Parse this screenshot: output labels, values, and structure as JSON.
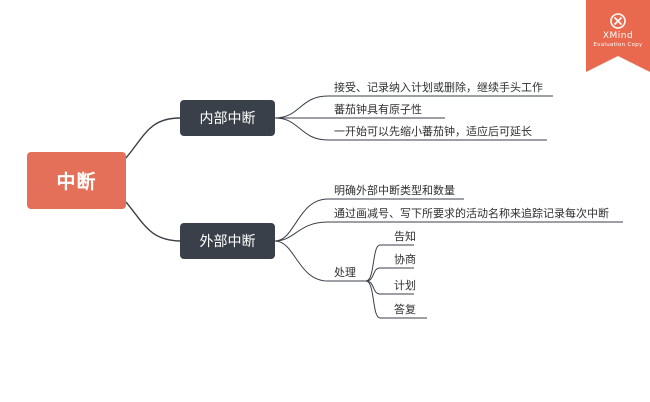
{
  "root": {
    "label": "中断"
  },
  "branches": [
    {
      "label": "内部中断",
      "children": [
        "接受、记录纳入计划或删除，继续手头工作",
        "蕃茄钟具有原子性",
        "一开始可以先缩小蕃茄钟，适应后可延长"
      ]
    },
    {
      "label": "外部中断",
      "children": [
        "明确外部中断类型和数量",
        "通过画减号、写下所要求的活动名称来追踪记录每次中断"
      ],
      "sub": {
        "label": "处理",
        "children": [
          "告知",
          "协商",
          "计划",
          "答复"
        ]
      }
    }
  ],
  "watermark": {
    "brand": "XMind",
    "subtitle": "Evaluation Copy",
    "icon": "xmind-logo-icon",
    "color": "#e9694f"
  },
  "colors": {
    "root_fill": "#e5705a",
    "branch_fill": "#3a4049",
    "line": "#3a4049"
  }
}
